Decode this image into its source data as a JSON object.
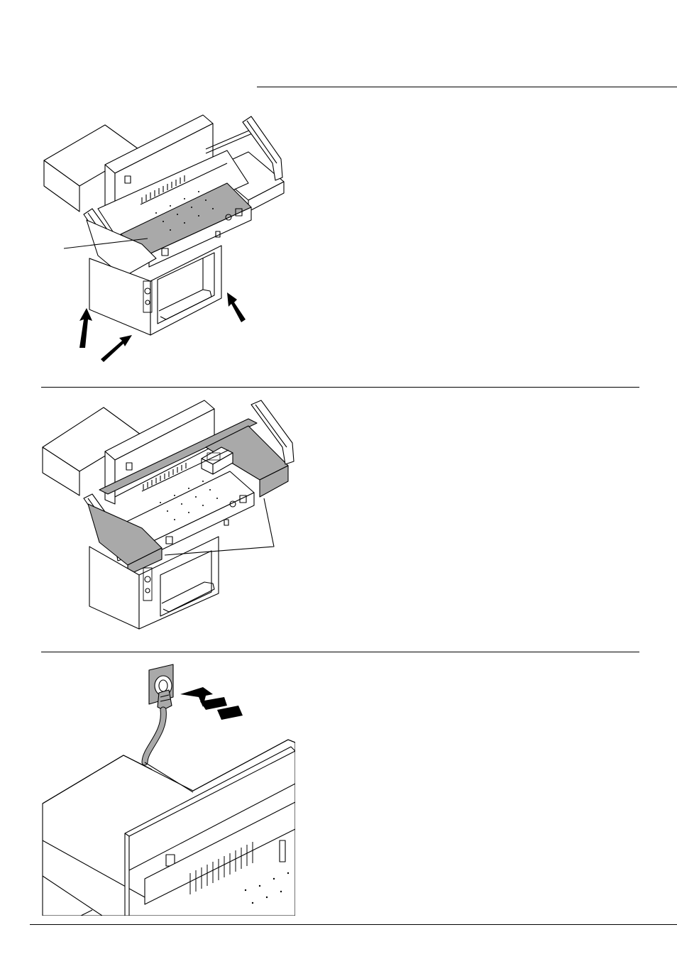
{
  "page": {
    "background": "#ffffff",
    "ink": "#000000",
    "highlight": "#a9a9a9"
  },
  "figures": [
    {
      "name": "cutter-front-table-highlighted",
      "icons": [
        "arrow-icon",
        "arrow-icon",
        "arrow-icon"
      ]
    },
    {
      "name": "cutter-side-tables-highlighted",
      "icons": []
    },
    {
      "name": "power-plug-into-socket",
      "icons": [
        "plug-icon",
        "socket-icon",
        "arrow-icon"
      ]
    }
  ]
}
